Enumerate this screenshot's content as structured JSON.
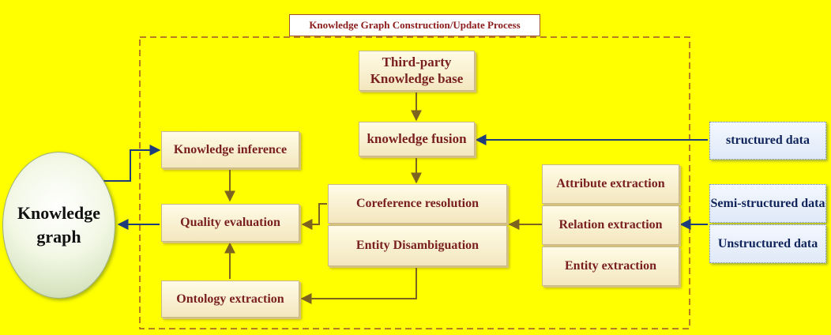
{
  "diagram": {
    "title": "Knowledge Graph Construction/Update Process",
    "nodes": {
      "knowledge_graph": "Knowledge graph",
      "third_party_kb": "Third-party Knowledge base",
      "knowledge_fusion": "knowledge fusion",
      "knowledge_inference": "Knowledge inference",
      "quality_evaluation": "Quality evaluation",
      "ontology_extraction": "Ontology extraction",
      "coreference_resolution": "Coreference resolution",
      "entity_disambiguation": "Entity Disambiguation",
      "attribute_extraction": "Attribute extraction",
      "relation_extraction": "Relation extraction",
      "entity_extraction": "Entity extraction",
      "structured_data": "structured data",
      "semi_structured_data": "Semi-structured data",
      "unstructured_data": "Unstructured data"
    },
    "colors": {
      "background": "#ffff00",
      "node_text": "#7a1f1f",
      "source_text": "#10245c",
      "arrow": "#7d6320",
      "source_arrow": "#1f3d7a",
      "frame": "#a0522d",
      "title_text": "#8b1a1a"
    }
  }
}
